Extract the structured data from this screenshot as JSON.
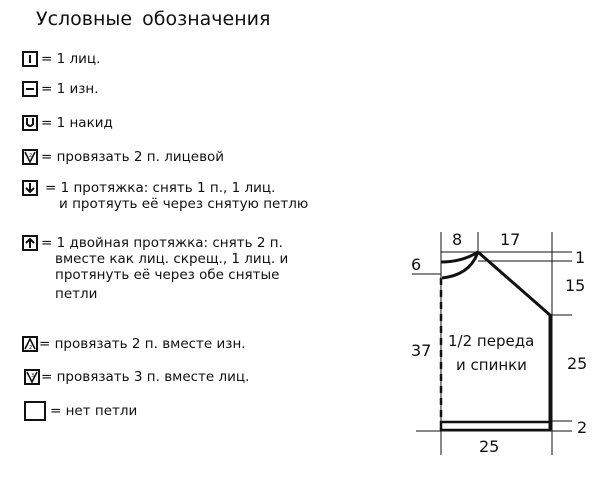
{
  "title": "Условные обозначения",
  "legend": [
    {
      "icon": "knit-stitch-icon",
      "lines": [
        "= 1 лиц."
      ]
    },
    {
      "icon": "purl-stitch-icon",
      "lines": [
        "= 1 изн."
      ]
    },
    {
      "icon": "yarn-over-icon",
      "lines": [
        "= 1 накид"
      ]
    },
    {
      "icon": "knit-2-together-icon",
      "lines": [
        "= провязать 2 п. лицевой"
      ]
    },
    {
      "icon": "slip-knit-pass-icon",
      "lines": [
        "= 1 протяжка: снять 1 п., 1 лиц.",
        "и протяуть её через снятую петлю"
      ]
    },
    {
      "icon": "double-decrease-icon",
      "lines": [
        "= 1 двойная протяжка: снять 2 п.",
        "вместе как лиц. скрещ., 1 лиц. и",
        "протянуть её через обе снятые",
        "петли"
      ]
    },
    {
      "icon": "purl-2-together-icon",
      "lines": [
        "= провязать 2 п. вместе изн."
      ]
    },
    {
      "icon": "knit-3-together-icon",
      "lines": [
        "= провязать 3 п. вместе лиц."
      ]
    },
    {
      "icon": "no-stitch-icon",
      "lines": [
        "= нет петли"
      ]
    }
  ],
  "schematic": {
    "label_line1": "1/2 переда",
    "label_line2": "и спинки",
    "dims": {
      "neck_width": "8",
      "shoulder_width": "17",
      "shoulder_drop": "1",
      "neck_depth": "6",
      "armhole_slope": "15",
      "total_length": "37",
      "side_length": "25",
      "rib_height": "2",
      "bottom_width": "25"
    }
  }
}
